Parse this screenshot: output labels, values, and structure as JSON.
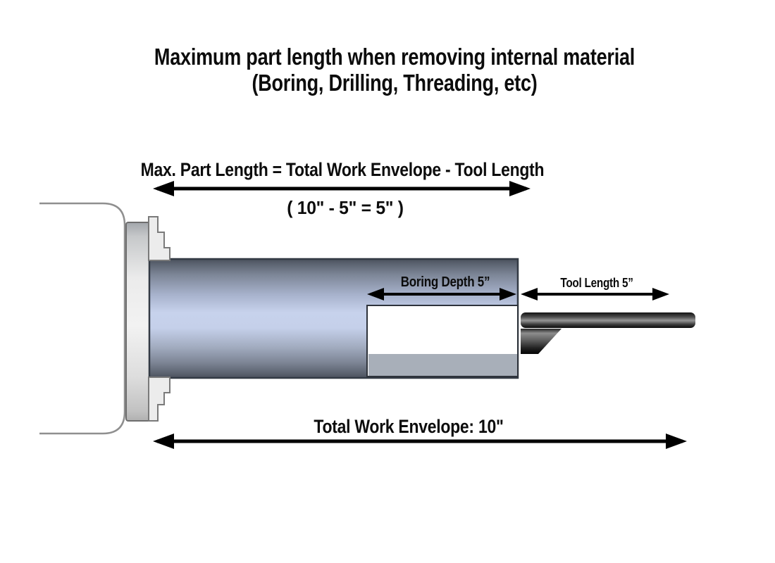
{
  "title": {
    "line1": "Maximum part length when removing internal material",
    "line2": "(Boring, Drilling, Threading, etc)"
  },
  "formula": {
    "label": "Max. Part Length =  Total Work Envelope - Tool Length",
    "values": "(  10\" - 5\" = 5\"  )"
  },
  "dimensions": {
    "boring_depth": {
      "label": "Boring Depth 5”"
    },
    "tool_length": {
      "label": "Tool Length 5”"
    },
    "work_envelope": {
      "label": "Total Work Envelope:",
      "value": "10\""
    }
  },
  "colors": {
    "arrow_black": "#000000",
    "part_highlight": "#c7d2ec",
    "part_shadow": "#49505c",
    "bore_floor": "#a8afb9",
    "chuck_light_gray": "#ececec",
    "tool_dark": "#141414"
  }
}
